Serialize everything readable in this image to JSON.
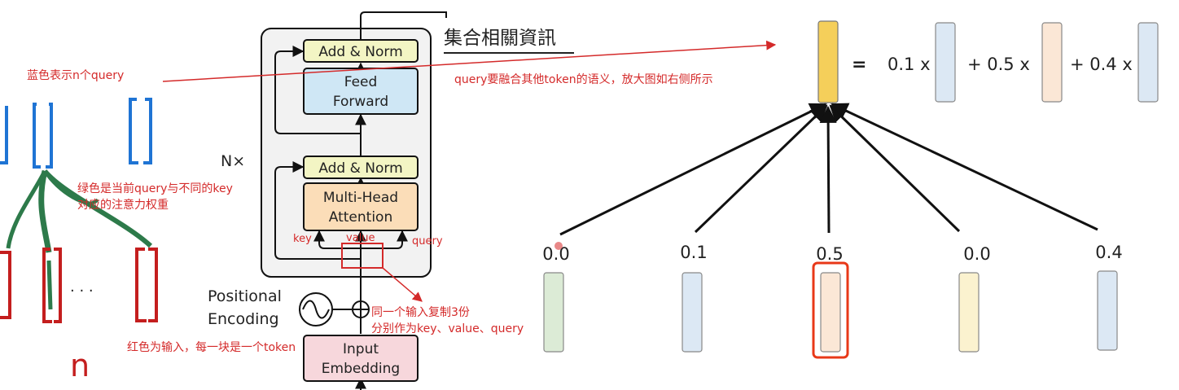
{
  "transformer": {
    "add_norm_top": "Add & Norm",
    "feed_forward_1": "Feed",
    "feed_forward_2": "Forward",
    "nx_label": "N×",
    "add_norm_bottom": "Add & Norm",
    "mha_1": "Multi-Head",
    "mha_2": "Attention",
    "pos_enc_1": "Positional",
    "pos_enc_2": "Encoding",
    "input_emb_1": "Input",
    "input_emb_2": "Embedding",
    "arrow_key": "key",
    "arrow_value": "value",
    "arrow_query": "query"
  },
  "annotations": {
    "blue_note": "蓝色表示n个query",
    "green_note_1": "绿色是当前query与不同的key",
    "green_note_2": "对应的注意力权重",
    "red_note": "红色为输入，每一块是一个token",
    "copy_note_1": "同一个输入复制3份",
    "copy_note_2": "分别作为key、value、query",
    "query_fuse_note": "query要融合其他token的语义，放大图如右侧所示",
    "handwritten_n": "n",
    "dots": ". . ."
  },
  "slide": {
    "title": "集合相關資訊",
    "equation": {
      "equals": "=",
      "term1": "0.1 x",
      "term2": "+ 0.5 x",
      "term3": "+ 0.4 x"
    },
    "weights": [
      "0.0",
      "0.1",
      "0.5",
      "0.0",
      "0.4"
    ]
  },
  "colors": {
    "red": "#d42a2a",
    "blue": "#1f74d4",
    "green": "#2d7a4a",
    "query_yellow": "#f5cf5a",
    "add_norm": "#f3f5c4",
    "feed_forward": "#cfe7f5",
    "attention": "#fbddb8",
    "embedding": "#f7d7dc"
  }
}
